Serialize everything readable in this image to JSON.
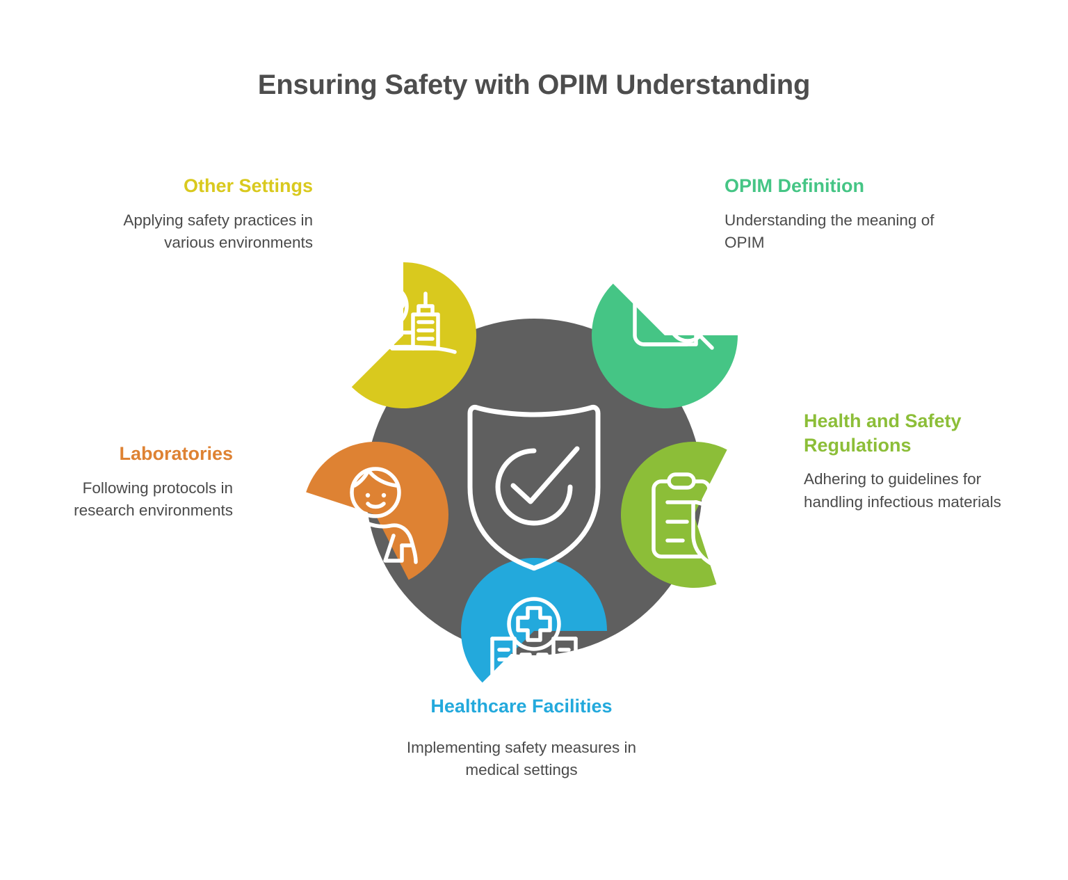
{
  "title": "Ensuring Safety with OPIM Understanding",
  "center": {
    "icon": "shield-check-icon",
    "circle_color": "#5F5F5F"
  },
  "nodes": [
    {
      "id": "other-settings",
      "heading": "Other Settings",
      "body": "Applying safety practices in various environments",
      "color": "#D9C91E",
      "icon": "globe-city-icon",
      "align": "right"
    },
    {
      "id": "opim-definition",
      "heading": "OPIM Definition",
      "body": "Understanding the meaning of OPIM",
      "color": "#45C585",
      "icon": "book-search-icon",
      "align": "left"
    },
    {
      "id": "health-and-safety-regulations",
      "heading": "Health and Safety Regulations",
      "body": "Adhering to guidelines for handling infectious materials",
      "color": "#8CBE38",
      "icon": "clipboard-shield-icon",
      "align": "left"
    },
    {
      "id": "healthcare-facilities",
      "heading": "Healthcare Facilities",
      "body": "Implementing safety measures in medical settings",
      "color": "#23A9DC",
      "icon": "hospital-cross-icon",
      "align": "center"
    },
    {
      "id": "laboratories",
      "heading": "Laboratories",
      "body": "Following protocols in research environments",
      "color": "#DE8233",
      "icon": "scientist-flask-icon",
      "align": "right"
    }
  ],
  "chart_data": {
    "type": "diagram",
    "layout": "hub-and-spoke-petals",
    "title": "Ensuring Safety with OPIM Understanding",
    "hub": {
      "label": "",
      "icon": "shield-check-icon",
      "color": "#5F5F5F"
    },
    "petals": [
      {
        "label": "Other Settings",
        "angle_deg": -45,
        "color": "#D9C91E"
      },
      {
        "label": "OPIM Definition",
        "angle_deg": 45,
        "color": "#45C585"
      },
      {
        "label": "Health and Safety Regulations",
        "angle_deg": 117,
        "color": "#8CBE38"
      },
      {
        "label": "Healthcare Facilities",
        "angle_deg": 180,
        "color": "#23A9DC"
      },
      {
        "label": "Laboratories",
        "angle_deg": 243,
        "color": "#DE8233"
      }
    ]
  }
}
